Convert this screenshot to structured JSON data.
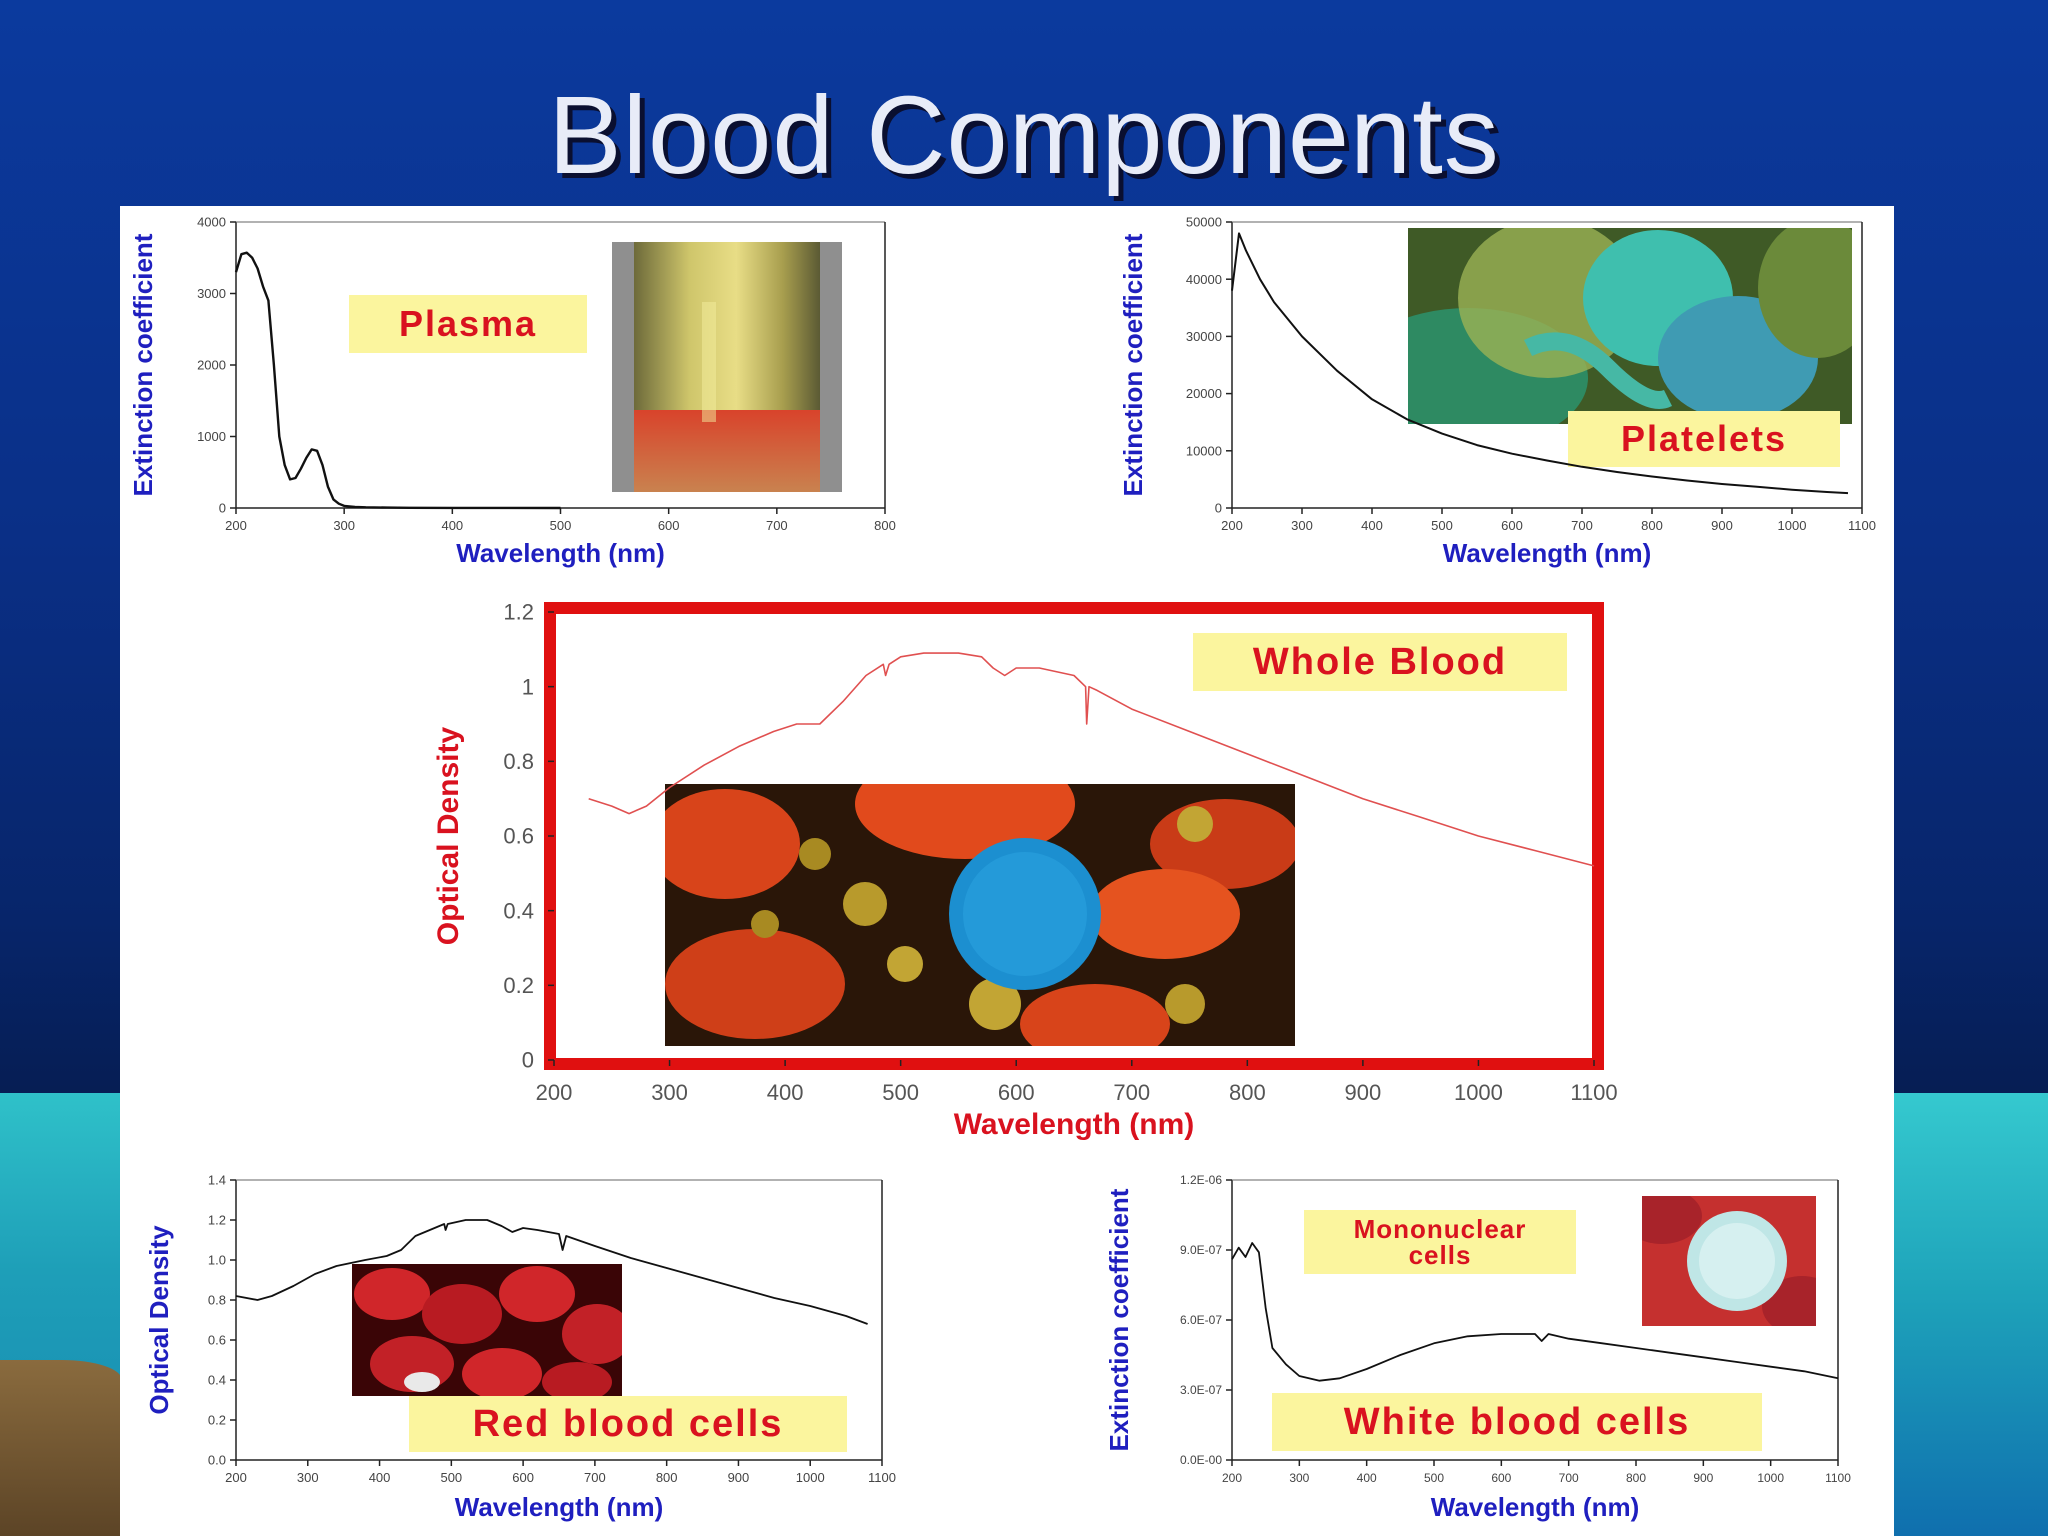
{
  "slide": {
    "title": "Blood Components"
  },
  "colors": {
    "label_bg": "#fbf59e",
    "label_text": "#d9121f",
    "axis_blue": "#1f1fbf",
    "whole_blood_red": "#e01010"
  },
  "labels": {
    "plasma": "Plasma",
    "platelets": "Platelets",
    "whole_blood": "Whole Blood",
    "red_blood_cells": "Red blood cells",
    "white_blood_cells": "White blood cells",
    "mononuclear_line1": "Mononuclear",
    "mononuclear_line2": "cells"
  },
  "chart_data": [
    {
      "id": "plasma",
      "type": "line",
      "xlabel": "Wavelength (nm)",
      "ylabel": "Extinction coefficient",
      "xlim": [
        200,
        800
      ],
      "ylim": [
        0,
        4000
      ],
      "xticks": [
        "200",
        "300",
        "400",
        "500",
        "600",
        "700",
        "800"
      ],
      "yticks": [
        "0",
        "1000",
        "2000",
        "3000",
        "4000"
      ],
      "series": [
        {
          "x": [
            200,
            205,
            210,
            215,
            220,
            225,
            230,
            235,
            240,
            245,
            250,
            255,
            260,
            265,
            270,
            275,
            280,
            285,
            290,
            295,
            300,
            310,
            320,
            340,
            360,
            400,
            450,
            500
          ],
          "y": [
            3300,
            3550,
            3570,
            3500,
            3350,
            3100,
            2900,
            2000,
            1000,
            600,
            400,
            420,
            550,
            700,
            820,
            800,
            600,
            300,
            120,
            60,
            30,
            15,
            10,
            5,
            3,
            2,
            1,
            0
          ]
        }
      ]
    },
    {
      "id": "platelets",
      "type": "line",
      "xlabel": "Wavelength (nm)",
      "ylabel": "Extinction coefficient",
      "xlim": [
        200,
        1100
      ],
      "ylim": [
        0,
        50000
      ],
      "xticks": [
        "200",
        "300",
        "400",
        "500",
        "600",
        "700",
        "800",
        "900",
        "1000",
        "1100"
      ],
      "yticks": [
        "0",
        "10000",
        "20000",
        "30000",
        "40000",
        "50000"
      ],
      "series": [
        {
          "x": [
            200,
            210,
            220,
            240,
            260,
            280,
            300,
            350,
            400,
            450,
            500,
            550,
            600,
            650,
            700,
            750,
            800,
            850,
            900,
            950,
            1000,
            1050,
            1080
          ],
          "y": [
            38000,
            48000,
            45000,
            40000,
            36000,
            33000,
            30000,
            24000,
            19000,
            15500,
            13000,
            11000,
            9500,
            8300,
            7200,
            6300,
            5500,
            4800,
            4200,
            3700,
            3200,
            2800,
            2600
          ]
        }
      ]
    },
    {
      "id": "whole_blood",
      "type": "line",
      "xlabel": "Wavelength (nm)",
      "ylabel": "Optical Density",
      "xlim": [
        200,
        1100
      ],
      "ylim": [
        0,
        1.2
      ],
      "xticks": [
        "200",
        "300",
        "400",
        "500",
        "600",
        "700",
        "800",
        "900",
        "1000",
        "1100"
      ],
      "yticks": [
        "0",
        "0.2",
        "0.4",
        "0.6",
        "0.8",
        "1",
        "1.2"
      ],
      "series": [
        {
          "x": [
            230,
            250,
            265,
            280,
            300,
            330,
            360,
            390,
            410,
            430,
            450,
            470,
            485,
            487,
            490,
            500,
            520,
            550,
            570,
            580,
            590,
            600,
            620,
            650,
            660,
            661,
            663,
            670,
            700,
            750,
            800,
            850,
            900,
            950,
            1000,
            1050,
            1100
          ],
          "y": [
            0.7,
            0.68,
            0.66,
            0.68,
            0.73,
            0.79,
            0.84,
            0.88,
            0.9,
            0.9,
            0.96,
            1.03,
            1.06,
            1.03,
            1.06,
            1.08,
            1.09,
            1.09,
            1.08,
            1.05,
            1.03,
            1.05,
            1.05,
            1.03,
            1.0,
            0.9,
            1.0,
            0.99,
            0.94,
            0.88,
            0.82,
            0.76,
            0.7,
            0.65,
            0.6,
            0.56,
            0.52
          ]
        }
      ]
    },
    {
      "id": "red_blood_cells",
      "type": "line",
      "xlabel": "Wavelength (nm)",
      "ylabel": "Optical Density",
      "xlim": [
        200,
        1100
      ],
      "ylim": [
        0,
        1.4
      ],
      "xticks": [
        "200",
        "300",
        "400",
        "500",
        "600",
        "700",
        "800",
        "900",
        "1000",
        "1100"
      ],
      "yticks": [
        "0.0",
        "0.2",
        "0.4",
        "0.6",
        "0.8",
        "1.0",
        "1.2",
        "1.4"
      ],
      "series": [
        {
          "x": [
            200,
            230,
            250,
            280,
            310,
            340,
            380,
            410,
            430,
            450,
            470,
            490,
            492,
            495,
            520,
            550,
            570,
            585,
            600,
            620,
            650,
            655,
            660,
            700,
            750,
            800,
            850,
            900,
            950,
            1000,
            1050,
            1080
          ],
          "y": [
            0.82,
            0.8,
            0.82,
            0.87,
            0.93,
            0.97,
            1.0,
            1.02,
            1.05,
            1.12,
            1.15,
            1.18,
            1.15,
            1.18,
            1.2,
            1.2,
            1.17,
            1.14,
            1.16,
            1.15,
            1.13,
            1.05,
            1.12,
            1.07,
            1.01,
            0.96,
            0.91,
            0.86,
            0.81,
            0.77,
            0.72,
            0.68
          ]
        }
      ]
    },
    {
      "id": "white_blood_cells",
      "type": "line",
      "xlabel": "Wavelength (nm)",
      "ylabel": "Extinction coefficient",
      "xlim": [
        200,
        1100
      ],
      "ylim": [
        0,
        1.2e-06
      ],
      "xticks": [
        "200",
        "300",
        "400",
        "500",
        "600",
        "700",
        "800",
        "900",
        "1000",
        "1100"
      ],
      "yticks": [
        "0.0E-00",
        "3.0E-07",
        "6.0E-07",
        "9.0E-07",
        "1.2E-06"
      ],
      "series": [
        {
          "x": [
            200,
            210,
            220,
            230,
            240,
            250,
            260,
            280,
            300,
            330,
            360,
            400,
            450,
            500,
            550,
            600,
            650,
            660,
            670,
            700,
            750,
            800,
            850,
            900,
            950,
            1000,
            1050,
            1100
          ],
          "y": [
            8.6e-07,
            9.1e-07,
            8.7e-07,
            9.3e-07,
            8.9e-07,
            6.5e-07,
            4.8e-07,
            4.1e-07,
            3.6e-07,
            3.4e-07,
            3.5e-07,
            3.9e-07,
            4.5e-07,
            5e-07,
            5.3e-07,
            5.4e-07,
            5.4e-07,
            5.1e-07,
            5.4e-07,
            5.2e-07,
            5e-07,
            4.8e-07,
            4.6e-07,
            4.4e-07,
            4.2e-07,
            4e-07,
            3.8e-07,
            3.5e-07
          ]
        }
      ]
    }
  ]
}
